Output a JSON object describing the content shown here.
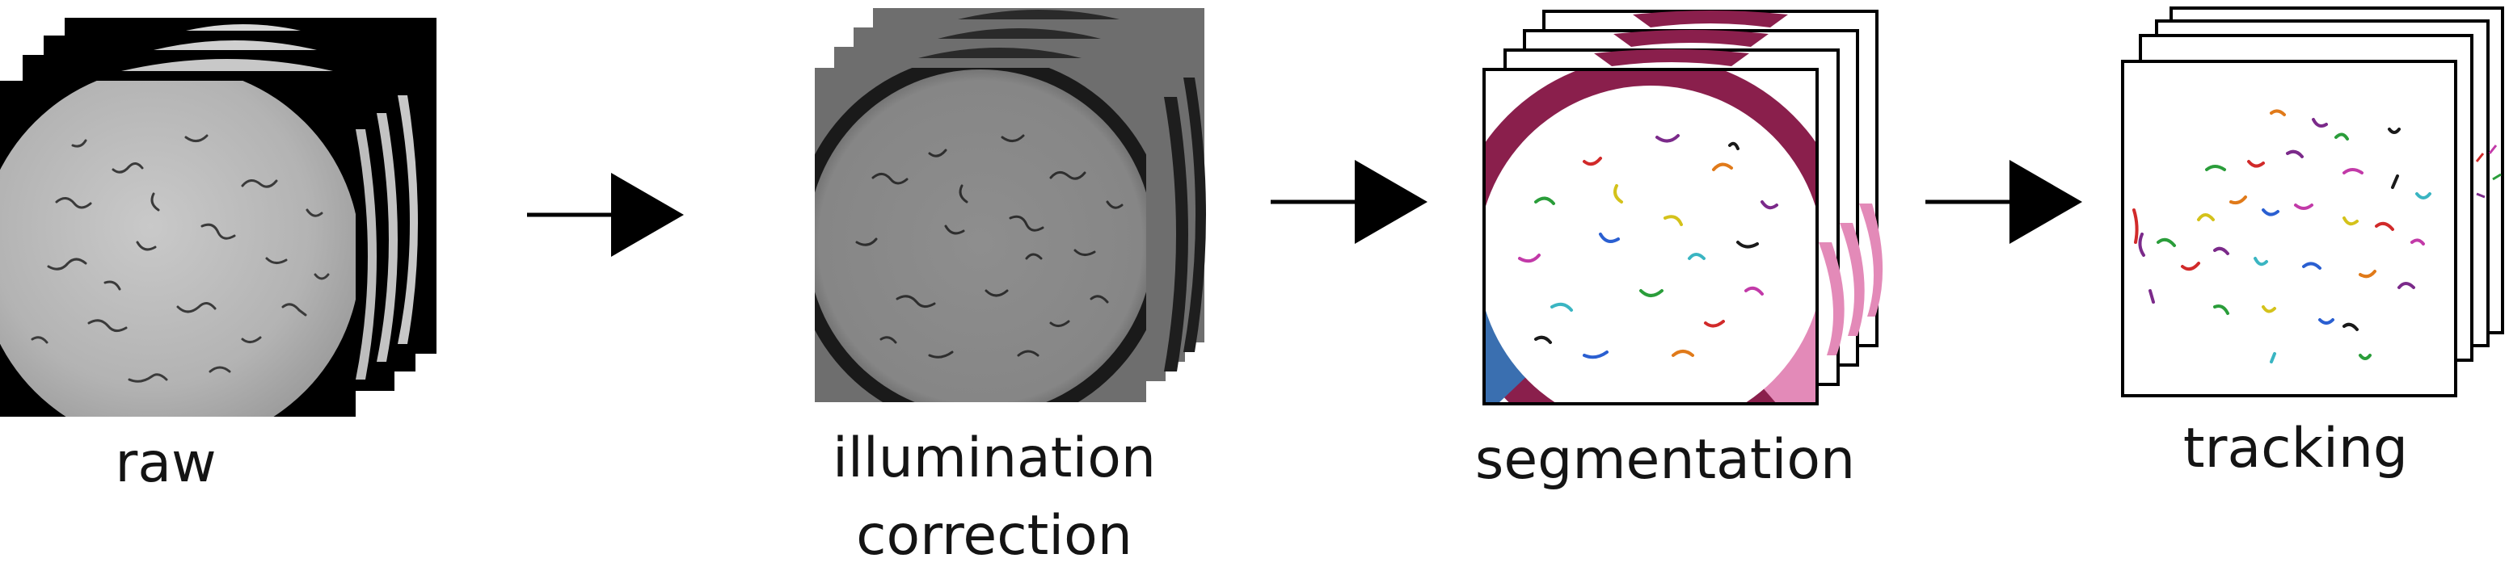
{
  "stages": [
    {
      "id": "raw",
      "caption_lines": [
        "raw"
      ]
    },
    {
      "id": "illumination",
      "caption_lines": [
        "illumination",
        "correction"
      ]
    },
    {
      "id": "segmentation",
      "caption_lines": [
        "segmentation"
      ]
    },
    {
      "id": "tracking",
      "caption_lines": [
        "tracking"
      ]
    }
  ],
  "icons": {
    "arrow": "right-arrow-icon"
  },
  "colors": {
    "raw_background": "#000000",
    "raw_disc": "#bdbdbd",
    "illum_frame": "#6e6e6e",
    "illum_disc": "#8a8a8a",
    "seg_ring_top": "#8a1f4c",
    "seg_ring_side": "#e38ab8",
    "seg_ring_bottom": "#3a6fb0",
    "arrow": "#000000",
    "track_marks": [
      "#7b2a8a",
      "#d4c21b",
      "#2a9d3a",
      "#d12a2a",
      "#2a5fd1",
      "#e07a1a",
      "#1a1a1a",
      "#c23aa8",
      "#3ab5c2"
    ]
  }
}
